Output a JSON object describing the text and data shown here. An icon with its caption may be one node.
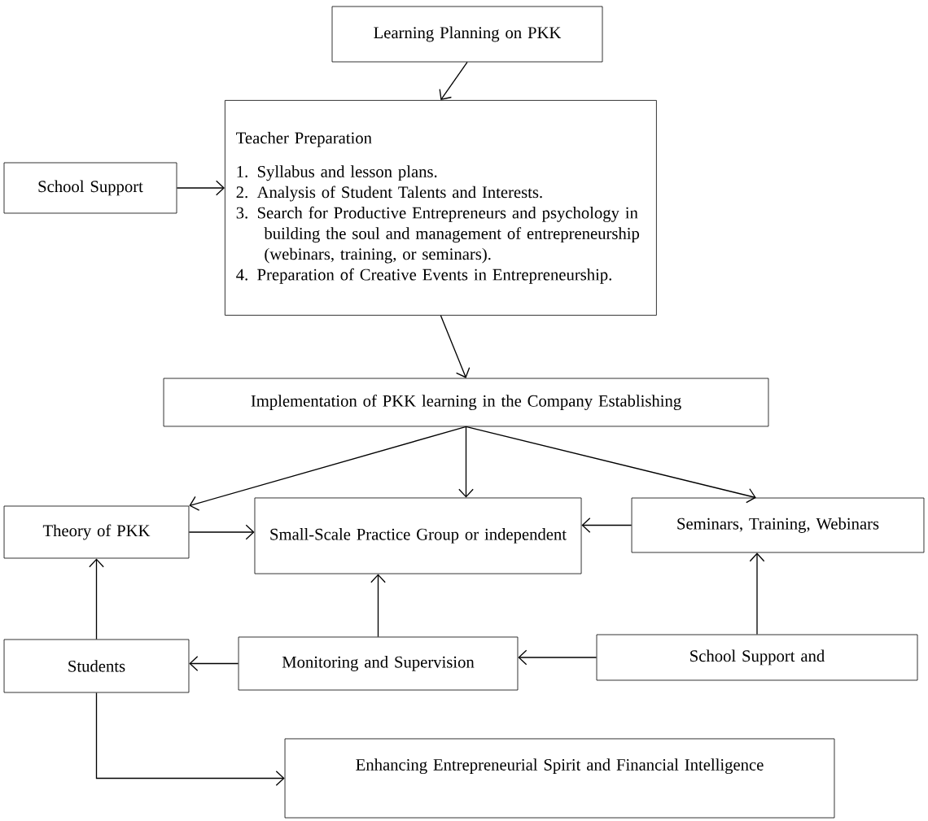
{
  "diagram": {
    "nodes": [
      {
        "text": [
          "Learning Planning on PKK"
        ]
      },
      {
        "text": [
          "Teacher Preparation",
          "1. Syllabus and lesson plans.",
          "2. Analysis of Student Talents and Interests.",
          "3. Search for Productive Entrepreneurs and psychology in building the soul and management of entrepreneurship (webinars, training, or seminars).",
          "4. Preparation of Creative Events in Entrepreneurship."
        ]
      },
      {
        "text": [
          "School Support"
        ]
      },
      {
        "text": [
          "Implementation of PKK learning in the Company Establishing"
        ]
      },
      {
        "text": [
          "Theory of PKK"
        ]
      },
      {
        "text": [
          "Small-Scale Practice Group or independent"
        ]
      },
      {
        "text": [
          "Seminars, Training, Webinars"
        ]
      },
      {
        "text": [
          "Students"
        ]
      },
      {
        "text": [
          "Monitoring and Supervision"
        ]
      },
      {
        "text": [
          "School Support and"
        ]
      },
      {
        "text": [
          "Enhancing Entrepreneurial Spirit and Financial Intelligence"
        ]
      }
    ],
    "edges": [
      {
        "from": 0,
        "to": 1,
        "arrow": "to"
      },
      {
        "from": 2,
        "to": 1,
        "arrow": "to"
      },
      {
        "from": 1,
        "to": 3,
        "arrow": "to"
      },
      {
        "from": 3,
        "to": 4,
        "arrow": "to"
      },
      {
        "from": 3,
        "to": 5,
        "arrow": "to"
      },
      {
        "from": 3,
        "to": 6,
        "arrow": "to"
      },
      {
        "from": 4,
        "to": 5,
        "arrow": "to"
      },
      {
        "from": 6,
        "to": 5,
        "arrow": "to"
      },
      {
        "from": 7,
        "to": 4,
        "arrow": "to"
      },
      {
        "from": 8,
        "to": 5,
        "arrow": "to"
      },
      {
        "from": 8,
        "to": 7,
        "arrow": "to"
      },
      {
        "from": 9,
        "to": 8,
        "arrow": "to"
      },
      {
        "from": 9,
        "to": 6,
        "arrow": "to"
      },
      {
        "from": 7,
        "to": 10,
        "arrow": "to"
      }
    ]
  }
}
